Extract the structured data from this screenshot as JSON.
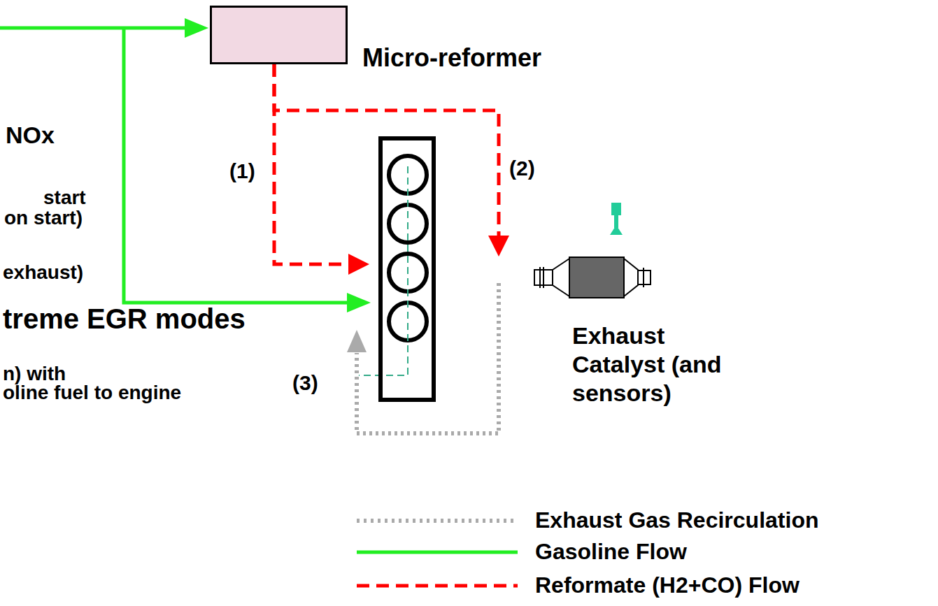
{
  "diagram": {
    "nodes": [
      {
        "text": [
          "Micro-reformer"
        ]
      },
      {
        "text": []
      },
      {
        "text": [
          "Exhaust Catalyst (and sensors)"
        ]
      }
    ],
    "edges": [
      {
        "from": 0,
        "to": 1,
        "label": "(1)",
        "arrow": "to"
      },
      {
        "from": 0,
        "to": 1,
        "label": "(2)",
        "arrow": "to"
      }
    ],
    "labels": [
      "NOx",
      "start",
      "on start)",
      "exhaust)",
      "(3)",
      "treme EGR modes",
      "n) with",
      "oline fuel to engine"
    ],
    "legend": [
      {
        "text": "Exhaust Gas Recirculation"
      },
      {
        "text": "Gasoline Flow"
      },
      {
        "text": "Reformate (H2+CO) Flow"
      }
    ]
  }
}
